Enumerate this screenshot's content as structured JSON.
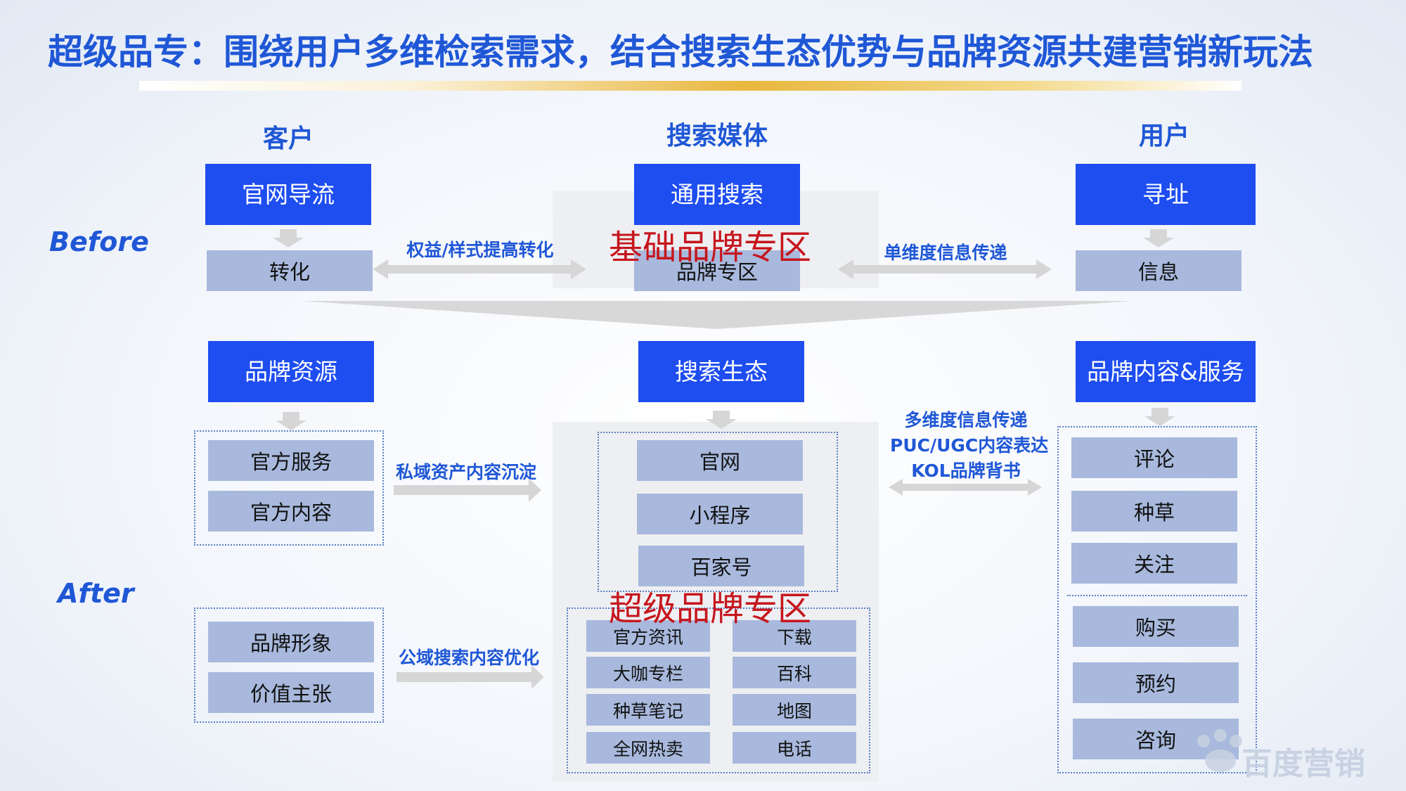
{
  "title": "超级品专：围绕用户多维检索需求，结合搜索生态优势与品牌资源共建营销新玩法",
  "columns": {
    "customer": "客户",
    "media": "搜索媒体",
    "user": "用户"
  },
  "rows": {
    "before": "Before",
    "after": "After"
  },
  "before": {
    "customer_top": "官网导流",
    "customer_bottom": "转化",
    "media_top": "通用搜索",
    "media_bottom": "品牌专区",
    "user_top": "寻址",
    "user_bottom": "信息",
    "left_link": "权益/样式提高转化",
    "right_link": "单维度信息传递",
    "overlay": "基础品牌专区"
  },
  "after": {
    "customer_top": "品牌资源",
    "media_top": "搜索生态",
    "user_top": "品牌内容&服务",
    "private_group": [
      "官方服务",
      "官方内容"
    ],
    "public_group": [
      "品牌形象",
      "价值主张"
    ],
    "private_link": "私域资产内容沉淀",
    "public_link": "公域搜索内容优化",
    "right_link_lines": [
      "多维度信息传递",
      "PUC/UGC内容表达",
      "KOL品牌背书"
    ],
    "ecosystem_items": [
      "官网",
      "小程序",
      "百家号"
    ],
    "overlay": "超级品牌专区",
    "zone_left": [
      "官方资讯",
      "大咖专栏",
      "种草笔记",
      "全网热卖"
    ],
    "zone_right": [
      "下载",
      "百科",
      "地图",
      "电话"
    ],
    "user_group_a": [
      "评论",
      "种草",
      "关注"
    ],
    "user_group_b": [
      "购买",
      "预约",
      "咨询"
    ]
  },
  "watermark": "百度营销",
  "colors": {
    "primary_blue": "#1e4df0",
    "title_blue": "#1f57d6",
    "box_grey": "#a8b9dd",
    "accent_red": "#c6161d",
    "gold": "#e8b73e"
  }
}
